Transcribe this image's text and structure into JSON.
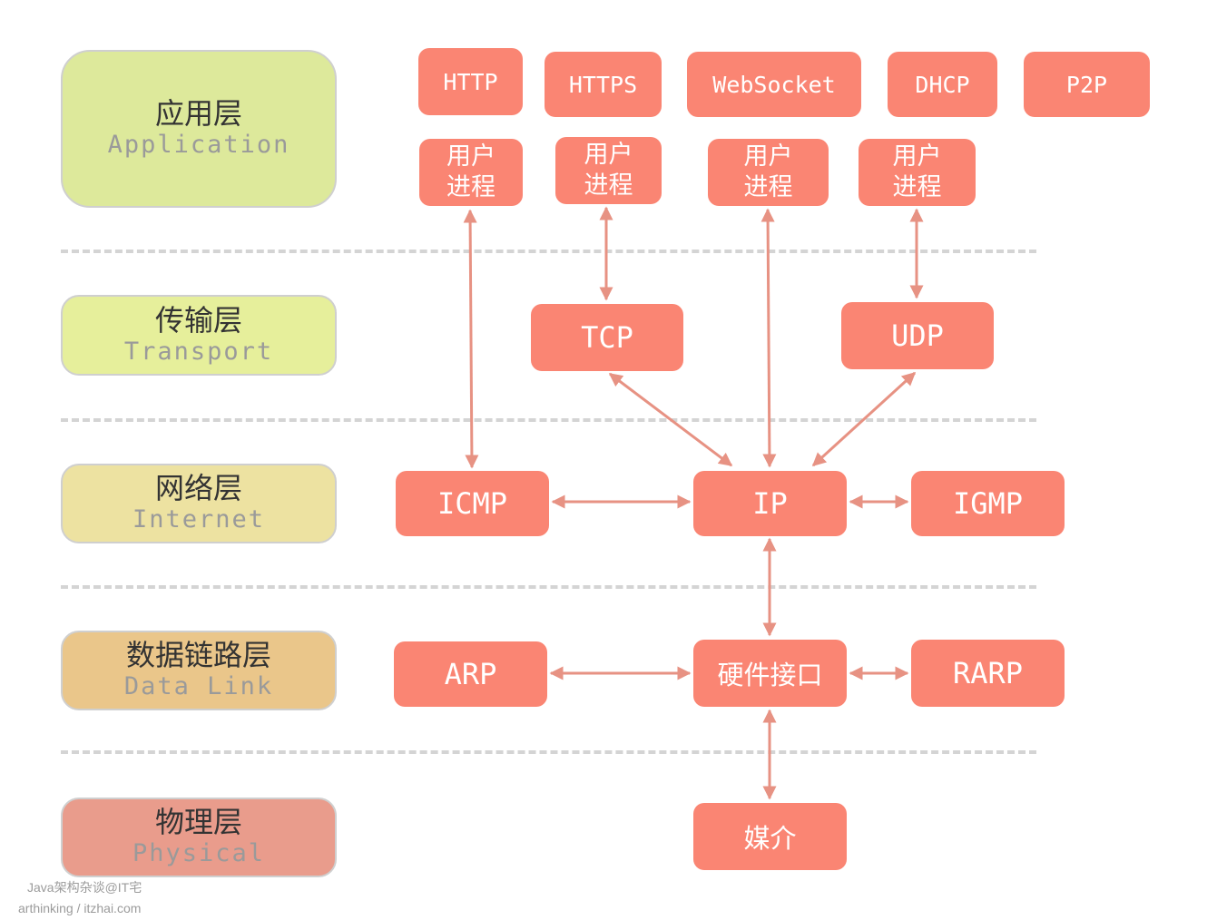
{
  "layers": [
    {
      "name": "应用层",
      "en": "Application",
      "color": "#dde99b"
    },
    {
      "name": "传输层",
      "en": "Transport",
      "color": "#e6ef9b"
    },
    {
      "name": "网络层",
      "en": "Internet",
      "color": "#ede2a1"
    },
    {
      "name": "数据链路层",
      "en": "Data Link",
      "color": "#eac68a"
    },
    {
      "name": "物理层",
      "en": "Physical",
      "color": "#e99c8c"
    }
  ],
  "application": {
    "protocols": [
      "HTTP",
      "HTTPS",
      "WebSocket",
      "DHCP",
      "P2P"
    ],
    "process_label": "用户\n进程"
  },
  "transport": {
    "tcp": "TCP",
    "udp": "UDP"
  },
  "internet": {
    "icmp": "ICMP",
    "ip": "IP",
    "igmp": "IGMP"
  },
  "datalink": {
    "arp": "ARP",
    "hw": "硬件接口",
    "rarp": "RARP"
  },
  "physical": {
    "medium": "媒介"
  },
  "watermark": {
    "line1": "Java架构杂谈@IT宅",
    "line2": "arthinking / itzhai.com"
  },
  "colors": {
    "box": "#fa8573",
    "arrow": "#e79283",
    "separator": "#d4d4d4"
  }
}
